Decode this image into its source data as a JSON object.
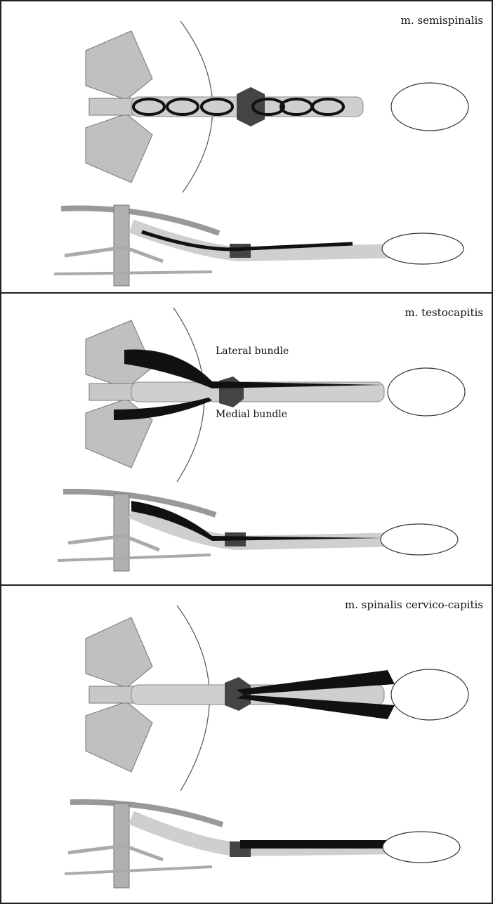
{
  "panels": [
    {
      "title": "m. semispinalis",
      "muscle": "semispinalis"
    },
    {
      "title": "m. testocapitis",
      "muscle": "testocapitis",
      "labels": {
        "lateral": "Lateral bundle",
        "medial": "Medial bundle"
      }
    },
    {
      "title": "m. spinalis cervico-capitis",
      "muscle": "spinalis-cervico-capitis"
    }
  ],
  "colors": {
    "bone": "#c8c8c8",
    "boneDark": "#9a9a9a",
    "muscle": "#111111",
    "line": "#333333",
    "vertebraDark": "#444444"
  }
}
